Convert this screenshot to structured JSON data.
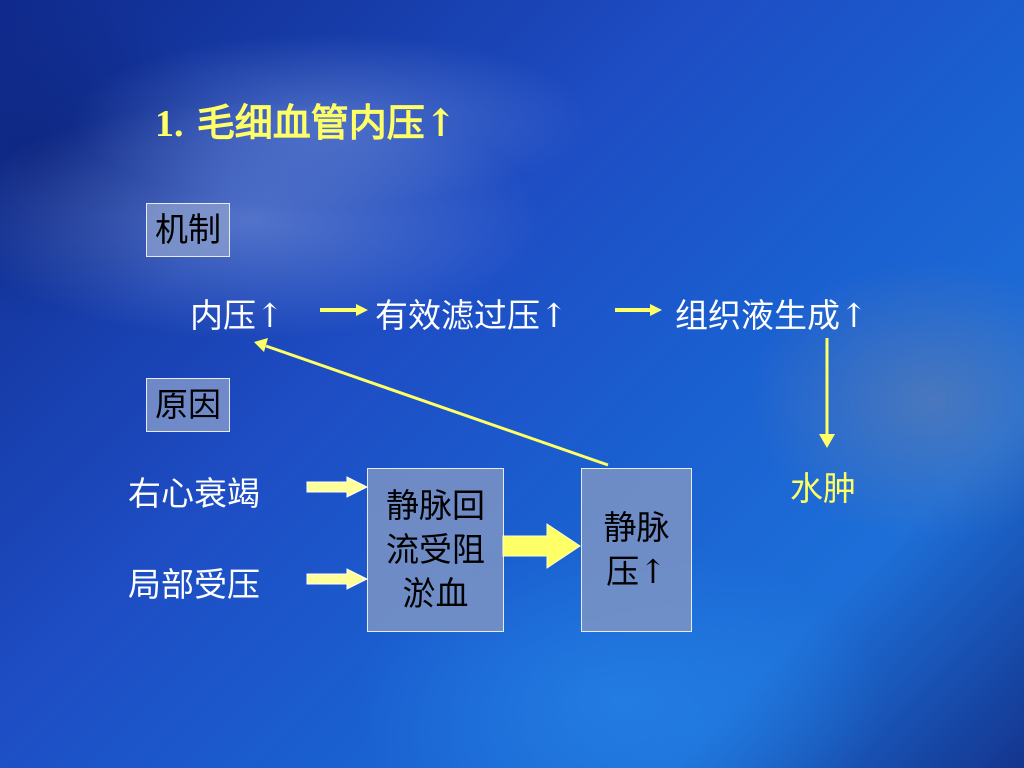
{
  "title": {
    "number": "1.",
    "text": "毛细血管内压↑"
  },
  "labels": {
    "mechanism": "机制",
    "cause": "原因"
  },
  "mechanism_flow": {
    "step1": "内压↑",
    "step2": "有效滤过压↑",
    "step3": "组织液生成↑",
    "result": "水肿"
  },
  "causes": {
    "cause1": "右心衰竭",
    "cause2": "局部受压"
  },
  "boxes": {
    "venous_return": [
      "静脉回",
      "流受阻",
      "淤血"
    ],
    "venous_pressure": [
      "静脉",
      "压↑"
    ]
  },
  "colors": {
    "title": "#ffff66",
    "arrow": "#ffff66",
    "text": "#ffffff",
    "box_fill": "#7d94c4"
  }
}
